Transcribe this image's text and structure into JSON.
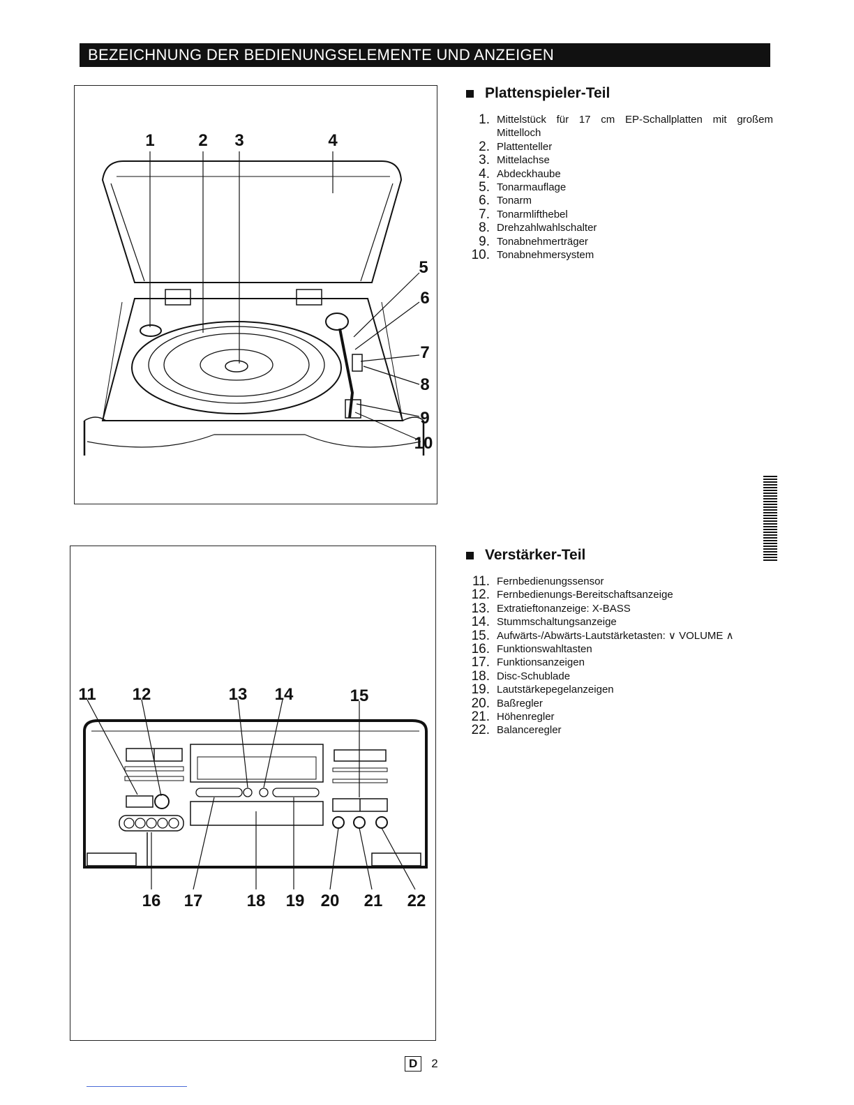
{
  "header": {
    "title": "BEZEICHNUNG DER BEDIENUNGSELEMENTE UND ANZEIGEN"
  },
  "turntable": {
    "heading": "Plattenspieler-Teil",
    "items": [
      {
        "num": "1.",
        "text": "Mittelstück für 17 cm EP-Schallplatten mit großem Mittelloch"
      },
      {
        "num": "2.",
        "text": "Plattenteller"
      },
      {
        "num": "3.",
        "text": "Mittelachse"
      },
      {
        "num": "4.",
        "text": "Abdeckhaube"
      },
      {
        "num": "5.",
        "text": "Tonarmauflage"
      },
      {
        "num": "6.",
        "text": "Tonarm"
      },
      {
        "num": "7.",
        "text": "Tonarmlifthebel"
      },
      {
        "num": "8.",
        "text": "Drehzahlwahlschalter"
      },
      {
        "num": "9.",
        "text": "Tonabnehmerträger"
      },
      {
        "num": "10.",
        "text": "Tonabnehmersystem"
      }
    ],
    "callouts": [
      "1",
      "2",
      "3",
      "4",
      "5",
      "6",
      "7",
      "8",
      "9",
      "10"
    ]
  },
  "amplifier": {
    "heading": "Verstärker-Teil",
    "items": [
      {
        "num": "11.",
        "text": "Fernbedienungssensor"
      },
      {
        "num": "12.",
        "text": "Fernbedienungs-Bereitschaftsanzeige"
      },
      {
        "num": "13.",
        "text": "Extratieftonanzeige: X-BASS"
      },
      {
        "num": "14.",
        "text": "Stummschaltungsanzeige"
      },
      {
        "num": "15.",
        "text": "Aufwärts-/Abwärts-Lautstärketasten: ∨ VOLUME ∧"
      },
      {
        "num": "16.",
        "text": "Funktionswahltasten"
      },
      {
        "num": "17.",
        "text": "Funktionsanzeigen"
      },
      {
        "num": "18.",
        "text": "Disc-Schublade"
      },
      {
        "num": "19.",
        "text": "Lautstärkepegelanzeigen"
      },
      {
        "num": "20.",
        "text": "Baßregler"
      },
      {
        "num": "21.",
        "text": "Höhenregler"
      },
      {
        "num": "22.",
        "text": "Balanceregler"
      }
    ],
    "callouts": [
      "11",
      "12",
      "13",
      "14",
      "15",
      "16",
      "17",
      "18",
      "19",
      "20",
      "21",
      "22"
    ]
  },
  "footer": {
    "lang_box": "D",
    "page_number": "2"
  }
}
